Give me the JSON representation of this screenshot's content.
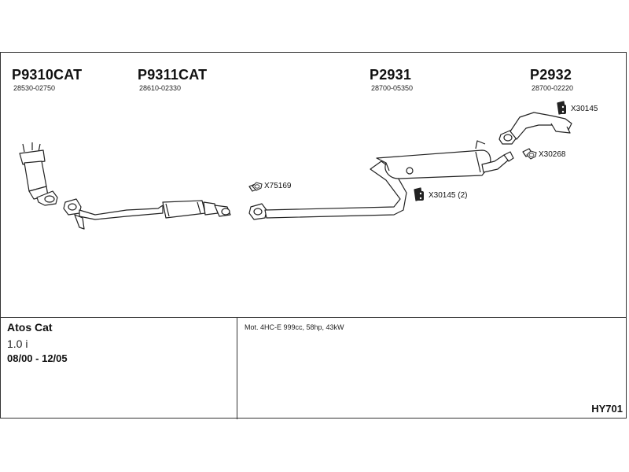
{
  "parts": [
    {
      "part_no": "P9310CAT",
      "oem": "28530-02750"
    },
    {
      "part_no": "P9311CAT",
      "oem": "28610-02330"
    },
    {
      "part_no": "P2931",
      "oem": "28700-05350"
    },
    {
      "part_no": "P2932",
      "oem": "28700-02220"
    }
  ],
  "fittings": [
    {
      "code": "X75169",
      "icon": "gasket-icon"
    },
    {
      "code": "X30145",
      "icon": "rubber-hanger-icon"
    },
    {
      "code": "X30268",
      "icon": "gasket-icon"
    },
    {
      "code": "X30145 (2)",
      "icon": "rubber-hanger-icon"
    }
  ],
  "info": {
    "model": "Atos Cat",
    "engine_size": "1.0 i",
    "years": "08/00 - 12/05",
    "engine_desc": "Mot. 4HC-E 999cc, 58hp, 43kW",
    "diagram_code": "HY701"
  }
}
